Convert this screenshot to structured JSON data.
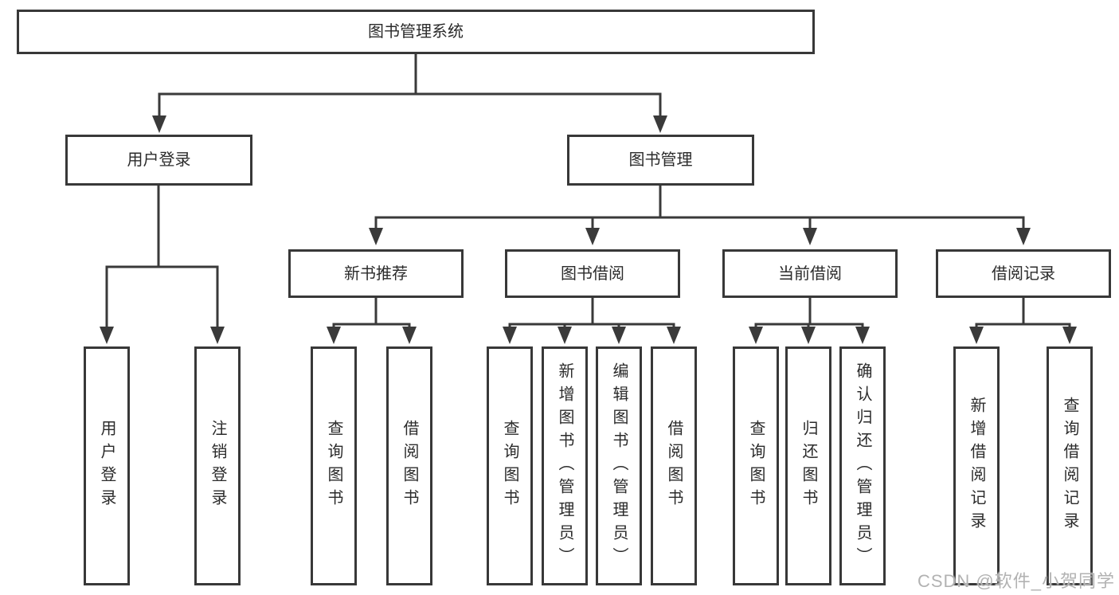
{
  "diagram": {
    "root": {
      "label": "图书管理系统"
    },
    "level2": [
      {
        "label": "用户登录",
        "children": [
          {
            "label": "用户登录"
          },
          {
            "label": "注销登录"
          }
        ]
      },
      {
        "label": "图书管理",
        "children": [
          {
            "label": "新书推荐",
            "children": [
              {
                "label": "查询图书"
              },
              {
                "label": "借阅图书"
              }
            ]
          },
          {
            "label": "图书借阅",
            "children": [
              {
                "label": "查询图书"
              },
              {
                "label": "新增图书（管理员）"
              },
              {
                "label": "编辑图书（管理员）"
              },
              {
                "label": "借阅图书"
              }
            ]
          },
          {
            "label": "当前借阅",
            "children": [
              {
                "label": "查询图书"
              },
              {
                "label": "归还图书"
              },
              {
                "label": "确认归还（管理员）"
              }
            ]
          },
          {
            "label": "借阅记录",
            "children": [
              {
                "label": "新增借阅记录"
              },
              {
                "label": "查询借阅记录"
              }
            ]
          }
        ]
      }
    ]
  },
  "watermark": {
    "text": "CSDN @软件_小贺同学",
    "color": "#b2b2b2"
  },
  "colors": {
    "line": "#3a3a3a",
    "box_border": "#383838",
    "box_fill": "#ffffff",
    "text": "#2b2b2b",
    "background": "#ffffff"
  }
}
